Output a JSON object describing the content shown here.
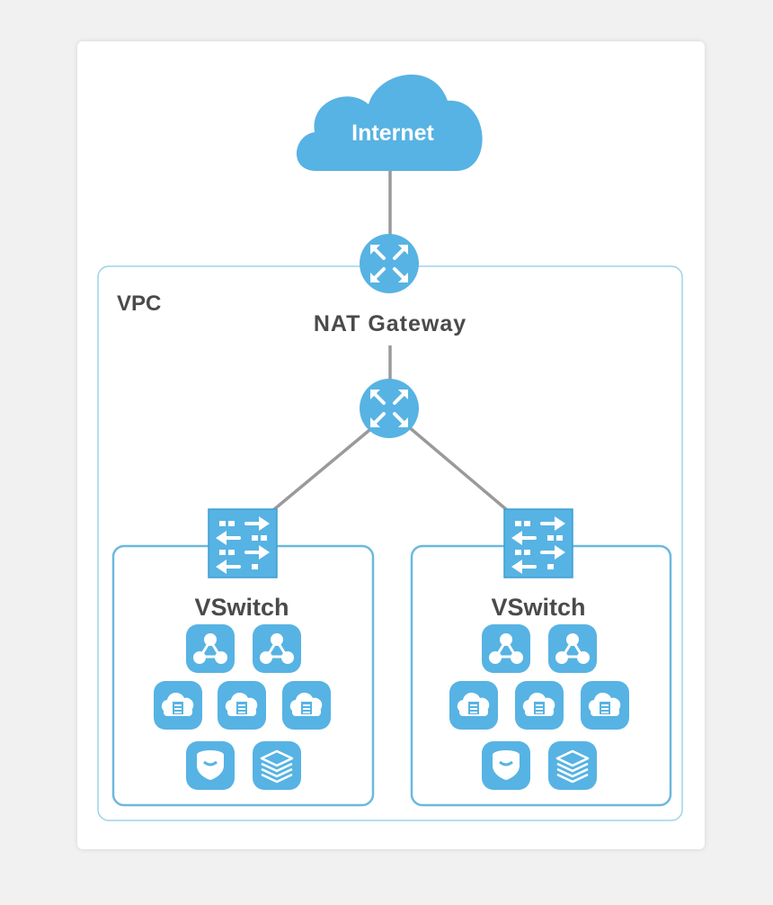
{
  "cloud": {
    "label": "Internet"
  },
  "vpc": {
    "label": "VPC"
  },
  "gateway": {
    "label": "NAT Gateway"
  },
  "vswitches": [
    {
      "label": "VSwitch"
    },
    {
      "label": "VSwitch"
    }
  ],
  "icons": {
    "cloud": "cloud-icon",
    "router": "router-icon",
    "switch": "switch-icon",
    "network": "network-node-icon",
    "ecs": "ecs-instance-icon",
    "database": "database-icon",
    "storage": "storage-stack-icon"
  },
  "colors": {
    "accent": "#57B3E3",
    "border": "#6CB8DE",
    "vpc_border": "#9ED3E9",
    "line": "#9a9a9a",
    "text": "#4a4a4a"
  }
}
